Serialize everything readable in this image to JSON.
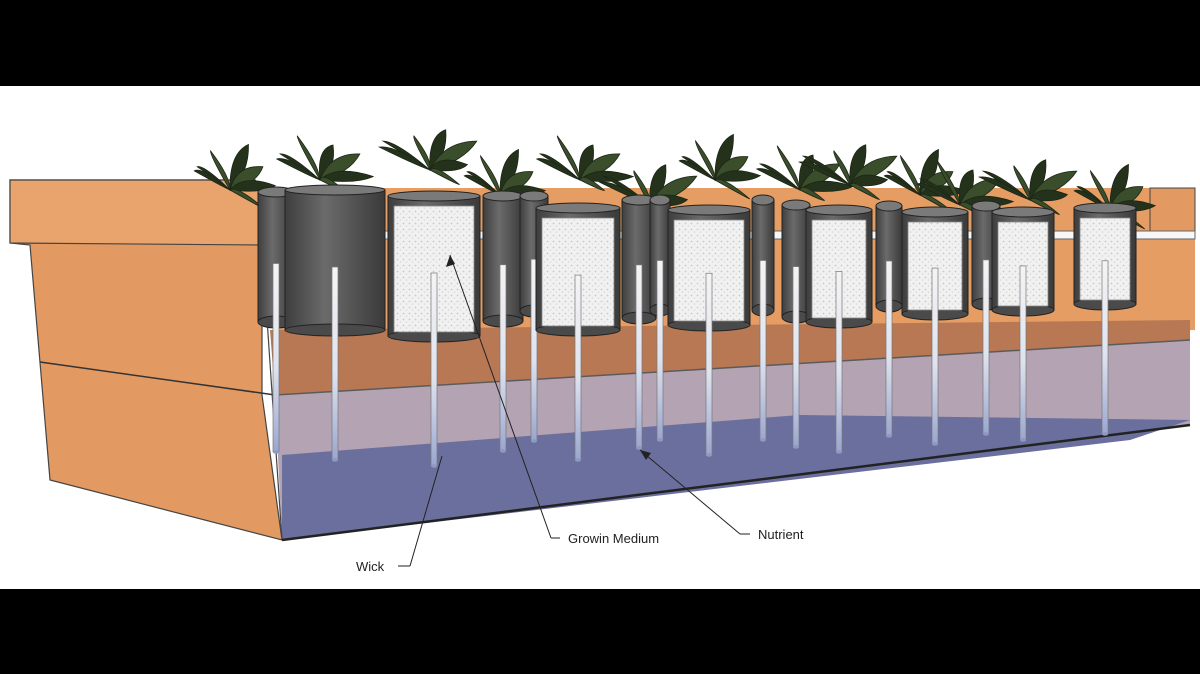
{
  "labels": {
    "wick": "Wick",
    "growing_medium": "Growin Medium",
    "nutrient": "Nutrient"
  },
  "colors": {
    "letterbox": "#000000",
    "background": "#ffffff",
    "planter": "#e29a62",
    "planter_dark": "#c97f48",
    "planter_inner": "#b9714a",
    "nutrient": "#6a6f9c",
    "nutrient_light": "#b1a2b2",
    "pot": "#555555",
    "medium": "#f2f2f2",
    "leaf": "#3a4d2c",
    "wick": "#c8cfe3"
  }
}
